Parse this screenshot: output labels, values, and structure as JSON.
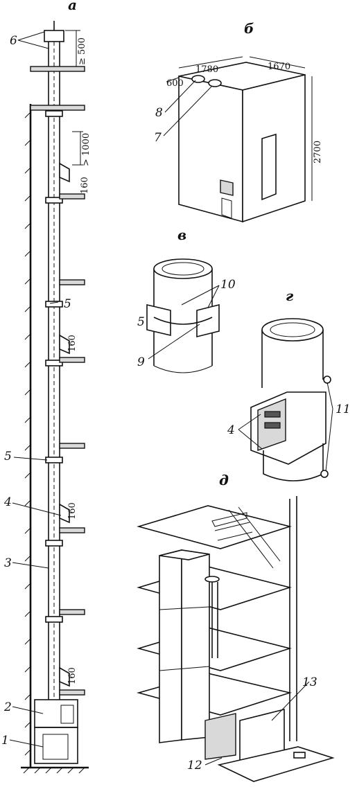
{
  "sections": {
    "a": "а",
    "b": "б",
    "v": "в",
    "g": "г",
    "d": "д"
  },
  "dimensions": {
    "top_clearance": "≥ 500",
    "hatch_clearance": "> 1000",
    "floor_gap_1": "160",
    "floor_gap_2": "160",
    "floor_gap_3": "160",
    "floor_gap_4": "160",
    "width_600": "600",
    "width_1780": "1780",
    "depth_1670": "1670",
    "height_2700": "2700"
  },
  "callouts": {
    "n1": "1",
    "n2": "2",
    "n3": "3",
    "n4": "4",
    "n4b": "4",
    "n5a": "5",
    "n5b": "5",
    "n5c": "5",
    "n6": "6",
    "n7": "7",
    "n8": "8",
    "n9": "9",
    "n10": "10",
    "n11": "11",
    "n12": "12",
    "n13": "13"
  }
}
